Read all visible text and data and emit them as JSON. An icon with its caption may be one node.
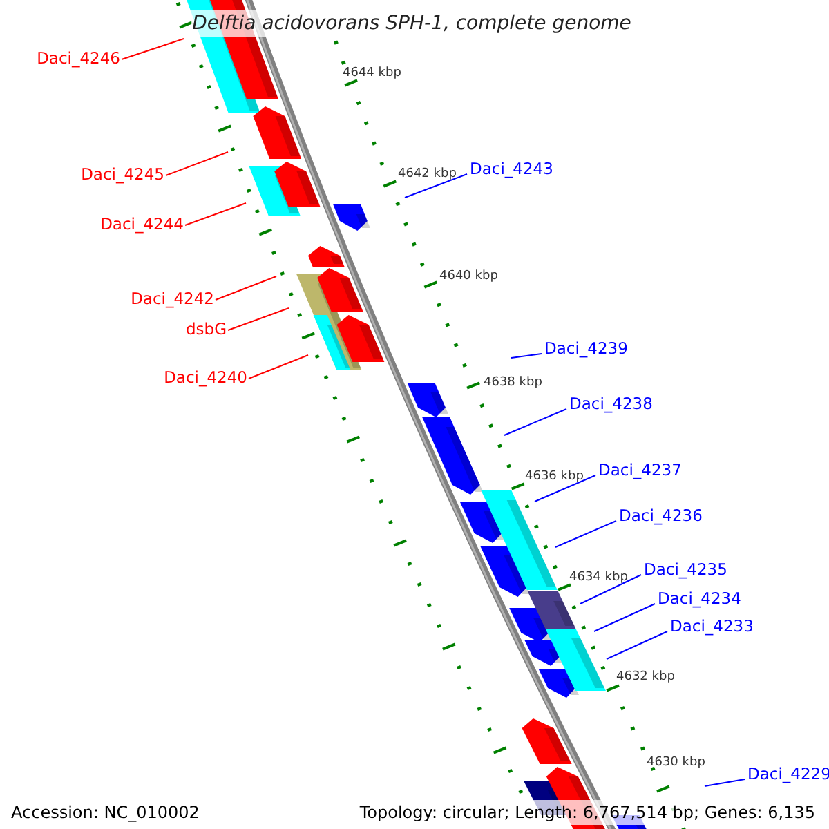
{
  "diagram": {
    "title": "Delftia acidovorans SPH-1, complete genome",
    "nodes": [
      {
        "text": [
          "Daci_4246"
        ]
      },
      {
        "text": [
          "Daci_4243"
        ]
      },
      {
        "text": [
          "Daci_4245"
        ]
      },
      {
        "text": [
          "Daci_4244"
        ]
      },
      {
        "text": [
          "Daci_4242"
        ]
      },
      {
        "text": [
          "dsbG"
        ]
      },
      {
        "text": [
          "Daci_4239"
        ]
      },
      {
        "text": [
          "Daci_4240"
        ]
      },
      {
        "text": [
          "Daci_4238"
        ]
      },
      {
        "text": [
          "Daci_4237"
        ]
      },
      {
        "text": [
          "Daci_4236"
        ]
      },
      {
        "text": [
          "Daci_4235"
        ]
      },
      {
        "text": [
          "Daci_4234"
        ]
      },
      {
        "text": [
          "Daci_4233"
        ]
      },
      {
        "text": [
          "Daci_4229"
        ]
      }
    ],
    "edges": [
      {
        "from": 0,
        "to": null,
        "arrow": "none",
        "color": "#ff0000"
      },
      {
        "from": 1,
        "to": null,
        "arrow": "none"
      },
      {
        "from": 2,
        "to": null,
        "arrow": "none",
        "color": "#ff0000"
      },
      {
        "from": 3,
        "to": null,
        "arrow": "none",
        "color": "#ff0000"
      },
      {
        "from": 4,
        "to": null,
        "arrow": "none",
        "color": "#ff0000"
      },
      {
        "from": 5,
        "to": null,
        "arrow": "none",
        "color": "#ff0000"
      },
      {
        "from": 6,
        "to": null,
        "arrow": "none"
      },
      {
        "from": 7,
        "to": null,
        "arrow": "none",
        "color": "#ff0000"
      },
      {
        "from": 8,
        "to": null,
        "arrow": "none"
      },
      {
        "from": 9,
        "to": null,
        "arrow": "none"
      },
      {
        "from": 10,
        "to": null,
        "arrow": "none"
      },
      {
        "from": 11,
        "to": null,
        "arrow": "none"
      },
      {
        "from": 12,
        "to": null,
        "arrow": "none"
      },
      {
        "from": 13,
        "to": null,
        "arrow": "none"
      },
      {
        "from": 14,
        "to": null,
        "arrow": "none"
      }
    ],
    "labels": [
      "4644 kbp",
      "4642 kbp",
      "4640 kbp",
      "4638 kbp",
      "4636 kbp",
      "4634 kbp",
      "4632 kbp",
      "4630 kbp",
      "Accession: NC_010002",
      "Topology: circular; Length: 6,767,514 bp; Genes: 6,135"
    ]
  }
}
